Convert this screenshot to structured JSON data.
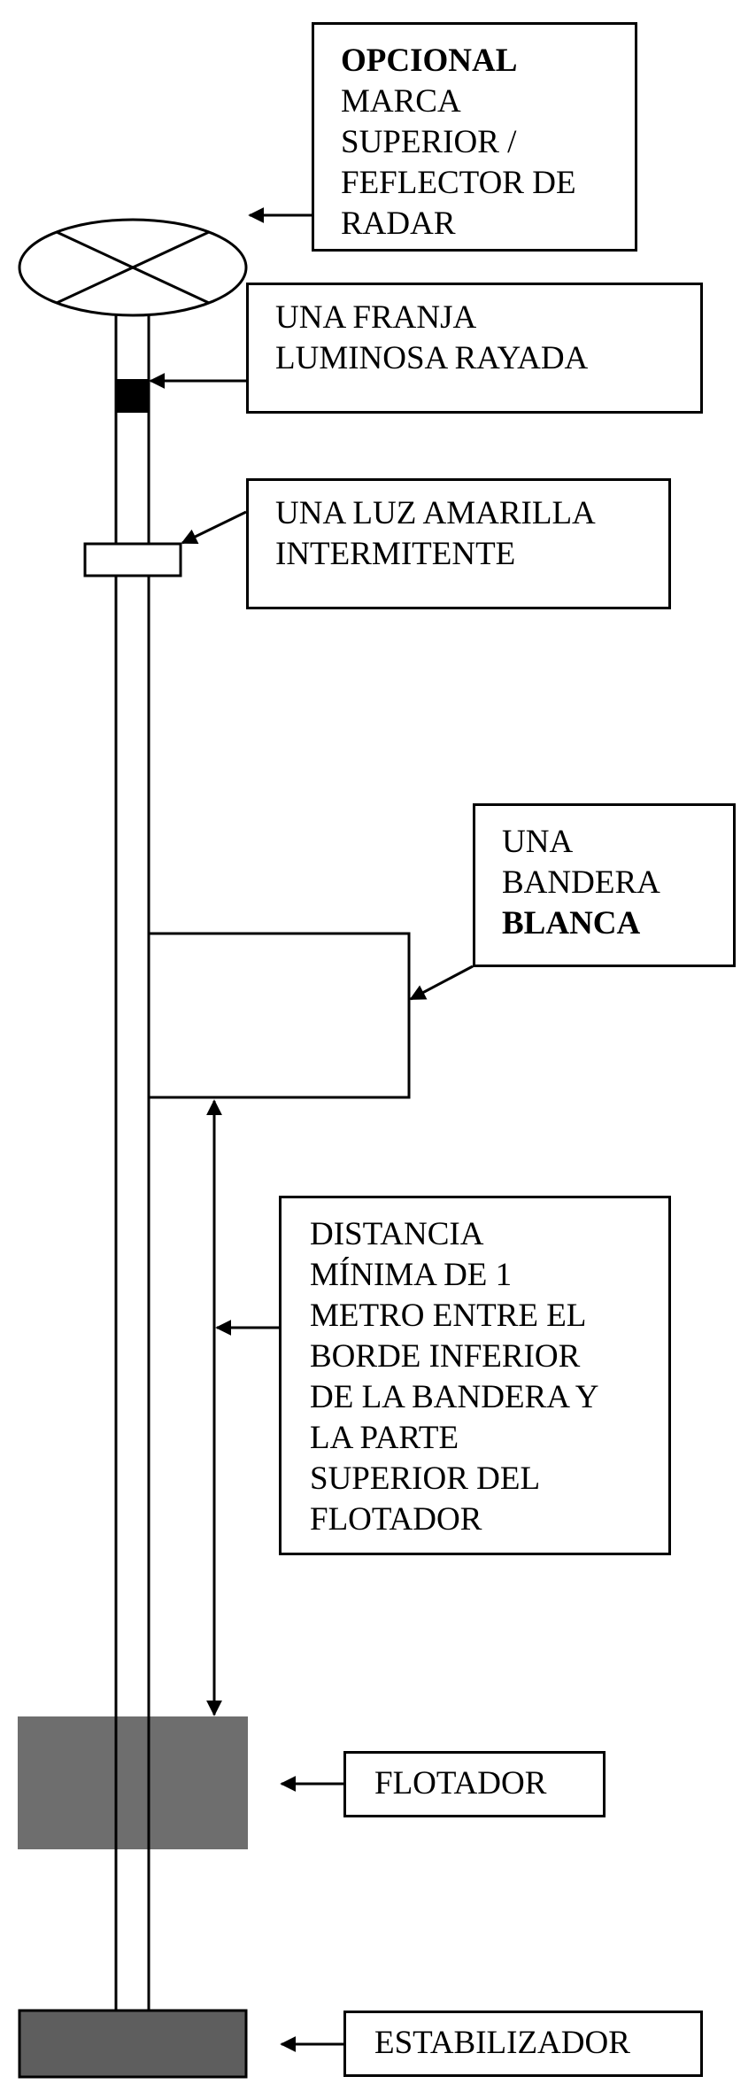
{
  "labels": {
    "opcional": {
      "bold": "OPCIONAL",
      "lines": [
        "MARCA",
        "SUPERIOR /",
        "FEFLECTOR DE",
        "RADAR"
      ]
    },
    "franja": {
      "lines": [
        "UNA FRANJA",
        "LUMINOSA RAYADA"
      ]
    },
    "luz": {
      "lines": [
        "UNA LUZ AMARILLA",
        "INTERMITENTE"
      ]
    },
    "bandera": {
      "lines": [
        "UNA",
        "BANDERA"
      ],
      "bold": "BLANCA"
    },
    "distancia": {
      "lines": [
        "DISTANCIA",
        "MÍNIMA DE 1",
        "METRO ENTRE EL",
        "BORDE INFERIOR",
        "DE LA BANDERA Y",
        "LA PARTE",
        "SUPERIOR DEL",
        "FLOTADOR"
      ]
    },
    "flotador": "FLOTADOR",
    "estabilizador": "ESTABILIZADOR"
  },
  "colors": {
    "line": "#000000",
    "flotador_fill": "#6e6e6e",
    "estabilizador_fill": "#5e5e5e",
    "stripe_fill": "#000000",
    "background": "#ffffff"
  }
}
